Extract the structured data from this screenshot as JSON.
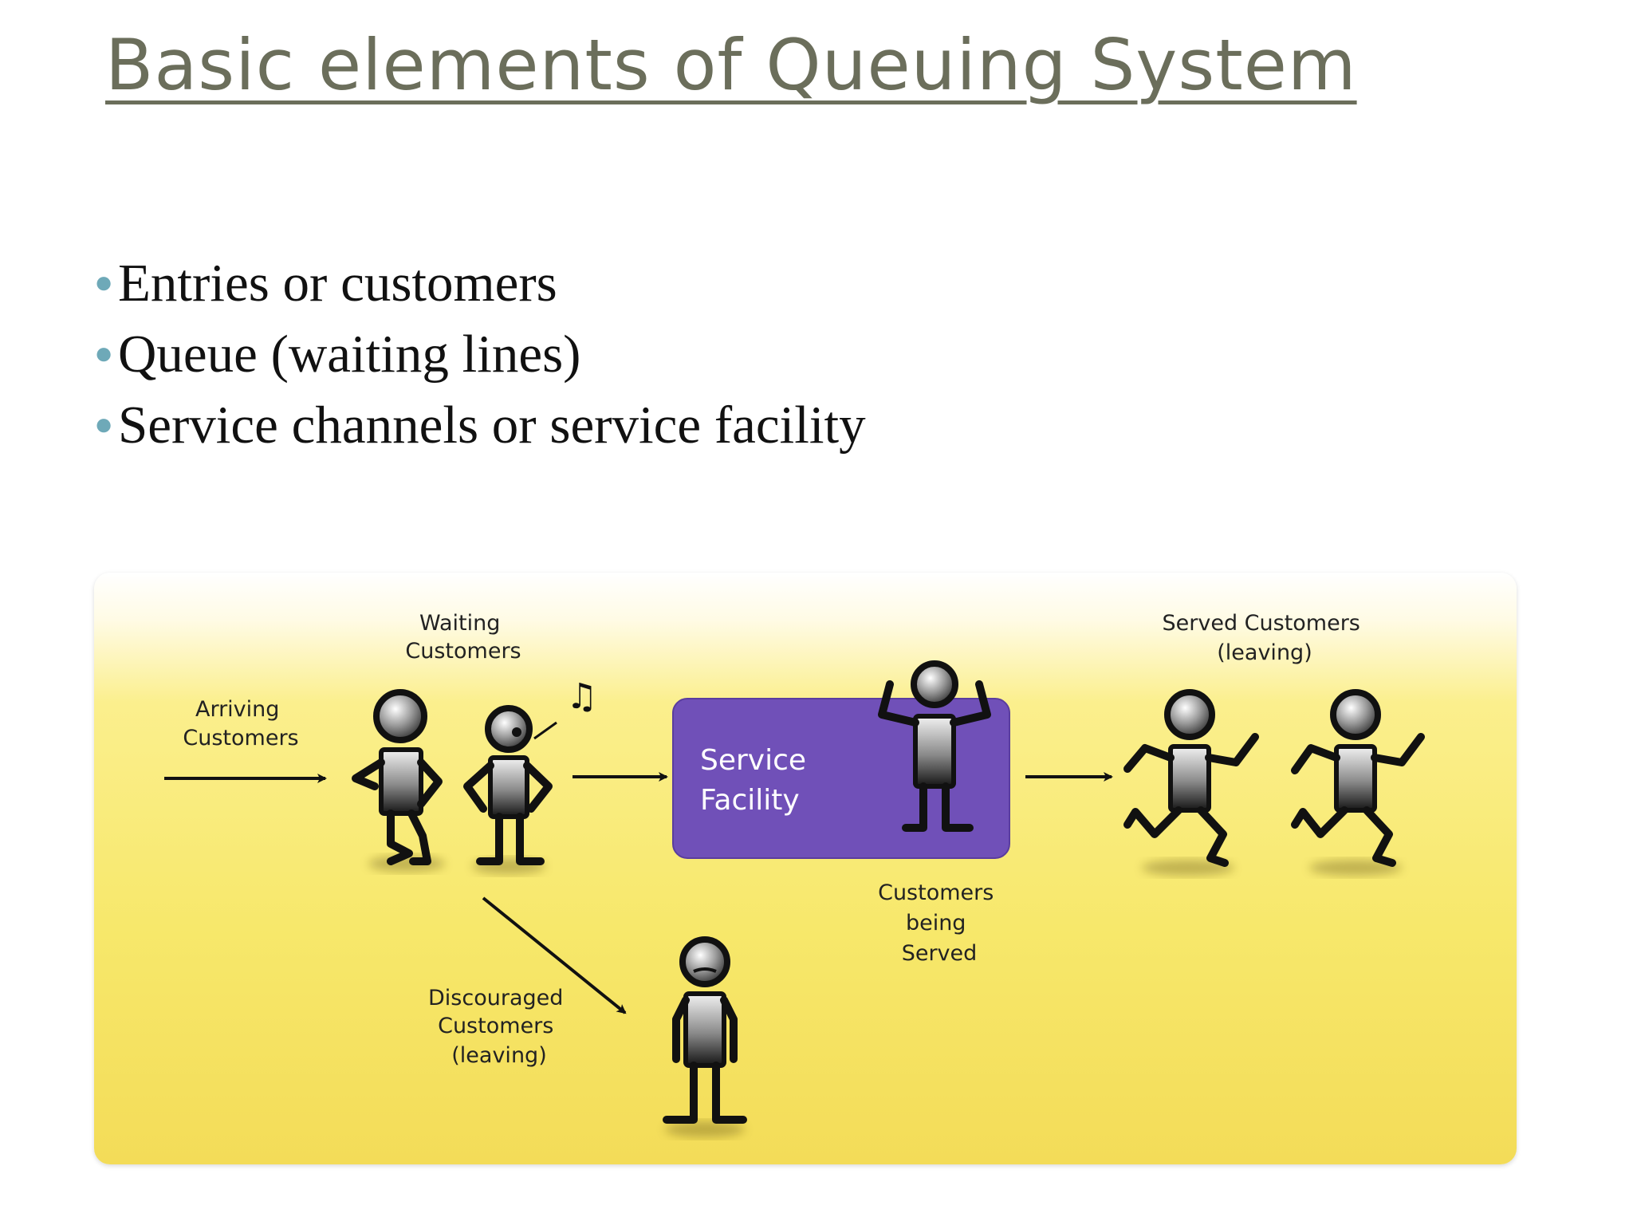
{
  "title": "Basic elements of Queuing System",
  "bullets": [
    "Entries or customers",
    "Queue (waiting lines)",
    "Service channels or service facility"
  ],
  "diagram": {
    "arriving": [
      "Arriving",
      "Customers"
    ],
    "waiting": [
      "Waiting",
      "Customers"
    ],
    "facility": [
      "Service",
      "Facility"
    ],
    "being_served": [
      "Customers",
      "being",
      "Served"
    ],
    "served": [
      "Served Customers",
      "(leaving)"
    ],
    "discouraged": [
      "Discouraged",
      "Customers",
      "(leaving)"
    ],
    "colors": {
      "facility_box": "#7050b8",
      "background_yellow": "#f7e86b",
      "bullet": "#6ea9b8",
      "title": "#6b6e5b"
    }
  }
}
